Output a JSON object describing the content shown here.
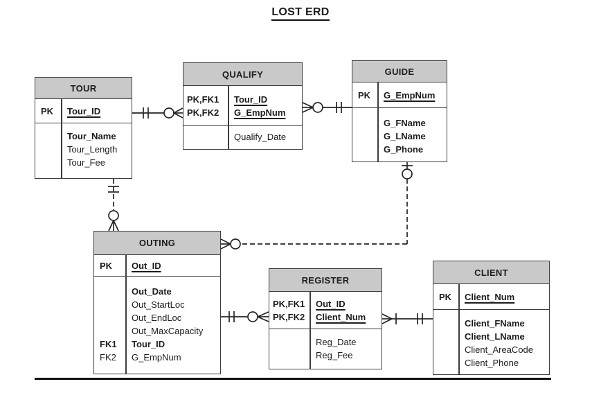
{
  "title": "LOST ERD",
  "diagram": {
    "entities": {
      "tour": {
        "name": "TOUR",
        "pk_rows": [
          {
            "key": "PK",
            "attr": "Tour_ID"
          }
        ],
        "attr_rows": [
          {
            "key": "",
            "attr": "Tour_Name"
          },
          {
            "key": "",
            "attr": "Tour_Length"
          },
          {
            "key": "",
            "attr": "Tour_Fee"
          }
        ]
      },
      "qualify": {
        "name": "QUALIFY",
        "pk_rows": [
          {
            "key": "PK,FK1",
            "attr": "Tour_ID"
          },
          {
            "key": "PK,FK2",
            "attr": "G_EmpNum"
          }
        ],
        "attr_rows": [
          {
            "key": "",
            "attr": "Qualify_Date"
          }
        ]
      },
      "guide": {
        "name": "GUIDE",
        "pk_rows": [
          {
            "key": "PK",
            "attr": "G_EmpNum"
          }
        ],
        "attr_rows": [
          {
            "key": "",
            "attr": "G_FName"
          },
          {
            "key": "",
            "attr": "G_LName"
          },
          {
            "key": "",
            "attr": "G_Phone"
          }
        ]
      },
      "outing": {
        "name": "OUTING",
        "pk_rows": [
          {
            "key": "PK",
            "attr": "Out_ID"
          }
        ],
        "attr_rows": [
          {
            "key": "",
            "attr": "Out_Date"
          },
          {
            "key": "",
            "attr": "Out_StartLoc"
          },
          {
            "key": "",
            "attr": "Out_EndLoc"
          },
          {
            "key": "",
            "attr": "Out_MaxCapacity"
          },
          {
            "key": "FK1",
            "attr": "Tour_ID"
          },
          {
            "key": "FK2",
            "attr": "G_EmpNum"
          }
        ]
      },
      "register": {
        "name": "REGISTER",
        "pk_rows": [
          {
            "key": "PK,FK1",
            "attr": "Out_ID"
          },
          {
            "key": "PK,FK2",
            "attr": "Client_Num"
          }
        ],
        "attr_rows": [
          {
            "key": "",
            "attr": "Reg_Date"
          },
          {
            "key": "",
            "attr": "Reg_Fee"
          }
        ]
      },
      "client": {
        "name": "CLIENT",
        "pk_rows": [
          {
            "key": "PK",
            "attr": "Client_Num"
          }
        ],
        "attr_rows": [
          {
            "key": "",
            "attr": "Client_FName"
          },
          {
            "key": "",
            "attr": "Client_LName"
          },
          {
            "key": "",
            "attr": "Client_AreaCode"
          },
          {
            "key": "",
            "attr": "Client_Phone"
          }
        ]
      }
    },
    "relationships": [
      {
        "from": "TOUR",
        "to": "QUALIFY",
        "from_cardinality": "one and only one",
        "to_cardinality": "zero or many",
        "line": "solid"
      },
      {
        "from": "QUALIFY",
        "to": "GUIDE",
        "from_cardinality": "zero or many",
        "to_cardinality": "one and only one",
        "line": "solid"
      },
      {
        "from": "TOUR",
        "to": "OUTING",
        "from_cardinality": "one and only one",
        "to_cardinality": "zero or many",
        "line": "dashed"
      },
      {
        "from": "GUIDE",
        "to": "OUTING",
        "from_cardinality": "zero or one",
        "to_cardinality": "zero or many",
        "line": "dashed"
      },
      {
        "from": "OUTING",
        "to": "REGISTER",
        "from_cardinality": "one and only one",
        "to_cardinality": "zero or many",
        "line": "solid"
      },
      {
        "from": "REGISTER",
        "to": "CLIENT",
        "from_cardinality": "one or many",
        "to_cardinality": "one and only one",
        "line": "solid"
      }
    ]
  }
}
